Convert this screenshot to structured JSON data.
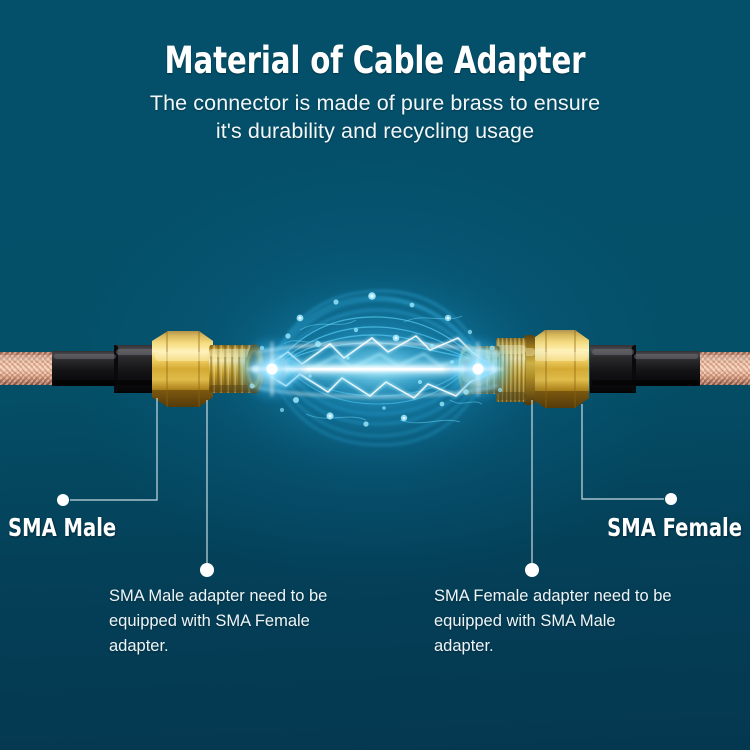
{
  "background": {
    "color_top": "#04506a",
    "color_bottom": "#043850",
    "glow_color": "#1078a0"
  },
  "header": {
    "title": "Material of Cable Adapter",
    "subtitle_line1": "The connector is made of pure brass to ensure",
    "subtitle_line2": "it's durability and recycling usage",
    "title_color": "#ffffff",
    "subtitle_color": "#f2f7fa"
  },
  "product": {
    "description": "Two coaxial cable adapters with brass SMA connectors facing each other, joined by a blue electric arc",
    "cable_color": "#c8907a",
    "boot_color": "#1b1b1b",
    "connector_color": "#d8a820",
    "arc_color": "#2ec6ff",
    "arc_core_color": "#ffffff",
    "left_connector": "sma-male-connector",
    "right_connector": "sma-female-connector"
  },
  "callouts": {
    "left": {
      "label": "SMA Male",
      "desc_line1": "SMA Male adapter need to be",
      "desc_line2": "equipped with SMA Female",
      "desc_line3": "adapter."
    },
    "right": {
      "label": "SMA Female",
      "desc_line1": "SMA Female adapter need to be",
      "desc_line2": "equipped with SMA Male",
      "desc_line3": "adapter."
    },
    "line_color": "#dfeaf0",
    "dot_color": "#ffffff"
  }
}
